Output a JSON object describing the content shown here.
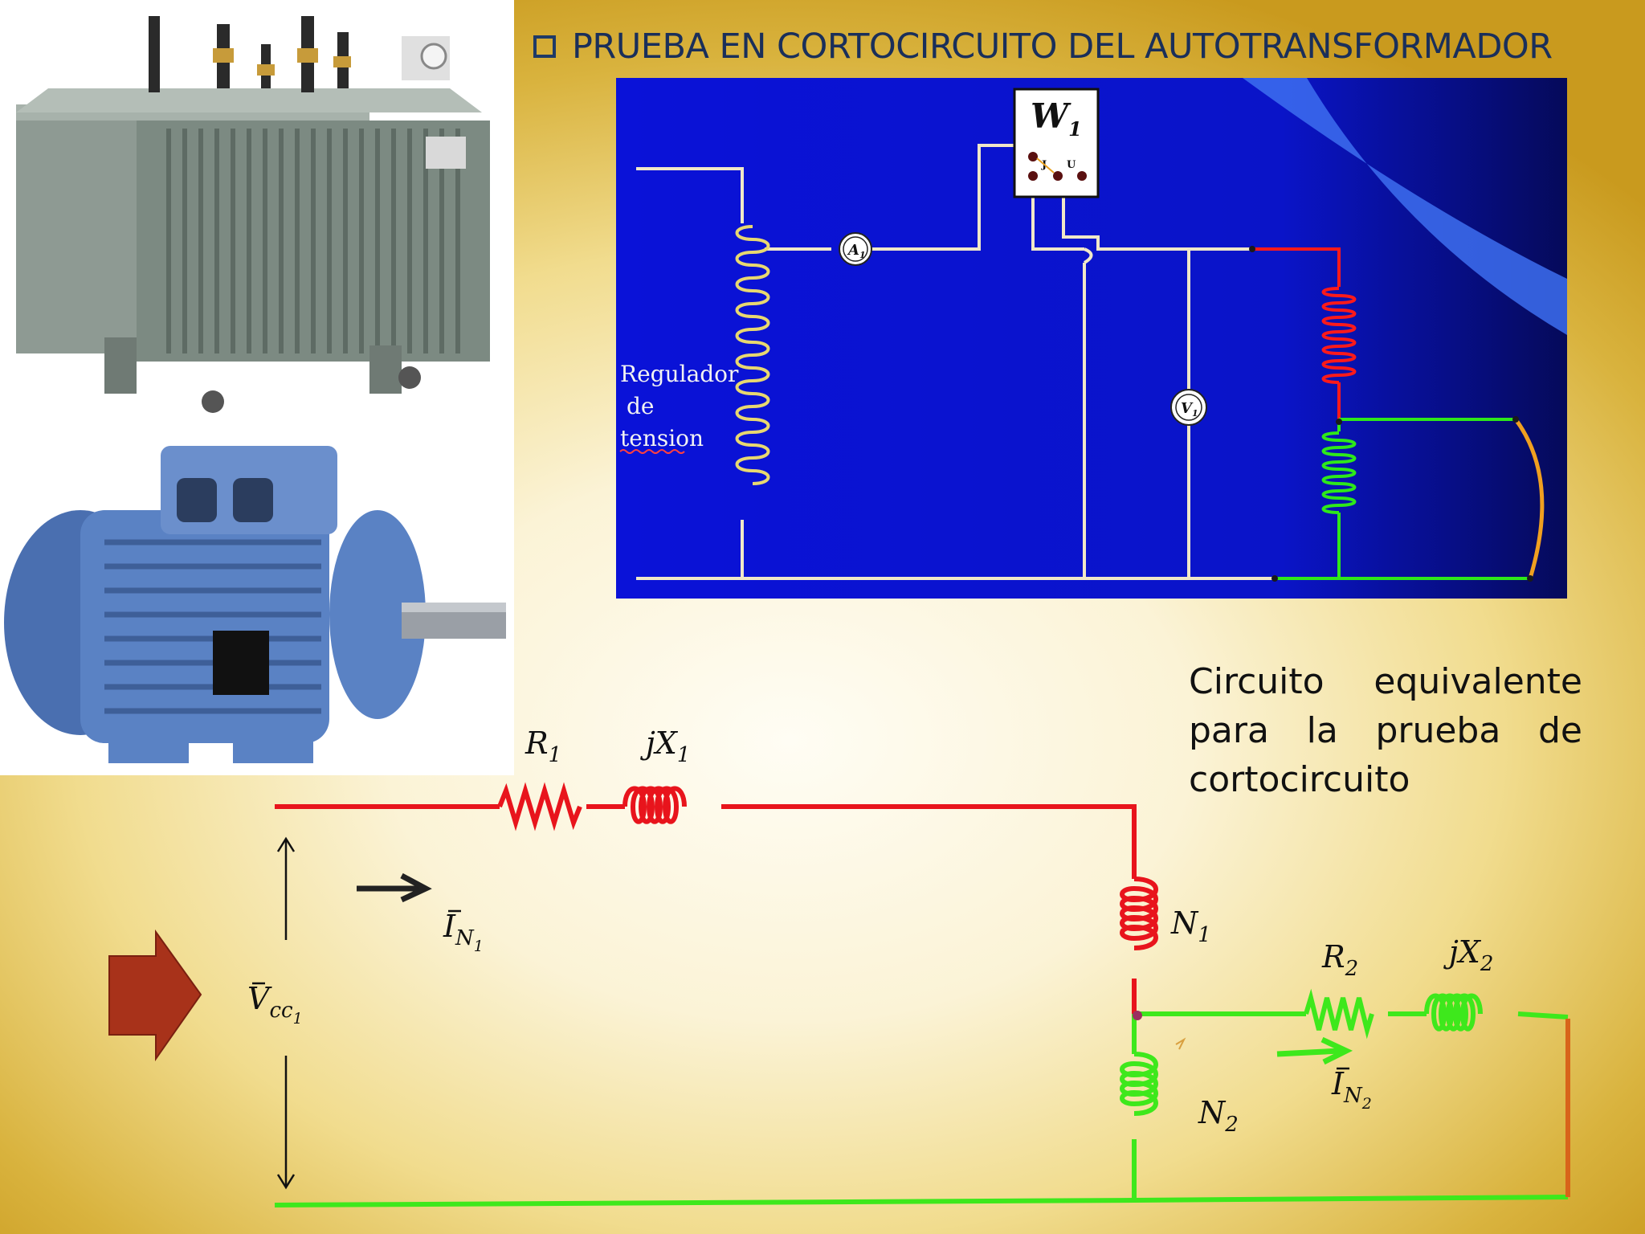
{
  "slide": {
    "title": "PRUEBA EN CORTOCIRCUITO DEL AUTOTRANSFORMADOR",
    "caption": "Circuito equivalente para la prueba de cortocircuito"
  },
  "wiring_diagram": {
    "wattmeter": {
      "letter": "W",
      "sub": "1",
      "terminal_j": "J",
      "terminal_u": "U"
    },
    "ammeter": {
      "letter": "A",
      "sub": "1"
    },
    "voltmeter": {
      "letter": "V",
      "sub": "1"
    },
    "regulator_label": [
      "Regulador",
      "de",
      "tension"
    ]
  },
  "equivalent_circuit": {
    "R1": {
      "base": "R",
      "sub": "1"
    },
    "jX1": {
      "base": "jX",
      "sub": "1"
    },
    "N1": {
      "base": "N",
      "sub": "1"
    },
    "N2": {
      "base": "N",
      "sub": "2"
    },
    "R2": {
      "base": "R",
      "sub": "2"
    },
    "jX2": {
      "base": "jX",
      "sub": "2"
    },
    "IN1": {
      "base": "I",
      "sub": "N",
      "subsub": "1"
    },
    "IN2": {
      "base": "I",
      "sub": "N",
      "subsub": "2"
    },
    "Vcc1": {
      "base": "V",
      "sub": "cc",
      "subsub": "1"
    }
  },
  "colors": {
    "primary_wire": "#e8141c",
    "secondary_wire": "#3ee81c",
    "panel_bg": "#0a12d8",
    "arrow": "#a8321a",
    "title": "#1a2f5a"
  },
  "icons": [
    "checkbox-bullet-icon",
    "block-arrow-icon",
    "current-arrow-icon"
  ]
}
